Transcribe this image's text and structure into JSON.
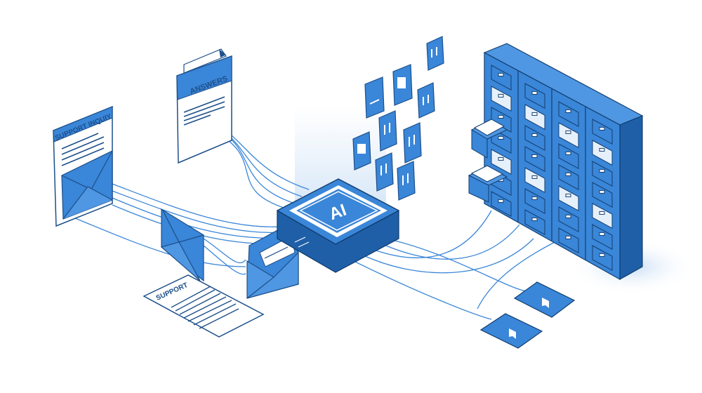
{
  "documents": {
    "support_inquiry_title": "SUPPORT INQUIY",
    "answers_title": "ANSWERS",
    "support_title": "SUPPORT"
  },
  "ai_chip": {
    "label": "AI"
  },
  "colors": {
    "primary": "#3a86d8",
    "dark": "#1d4f8a",
    "deep": "#1f5fa8",
    "light": "#e6f0fb",
    "line": "#3a86d8"
  }
}
